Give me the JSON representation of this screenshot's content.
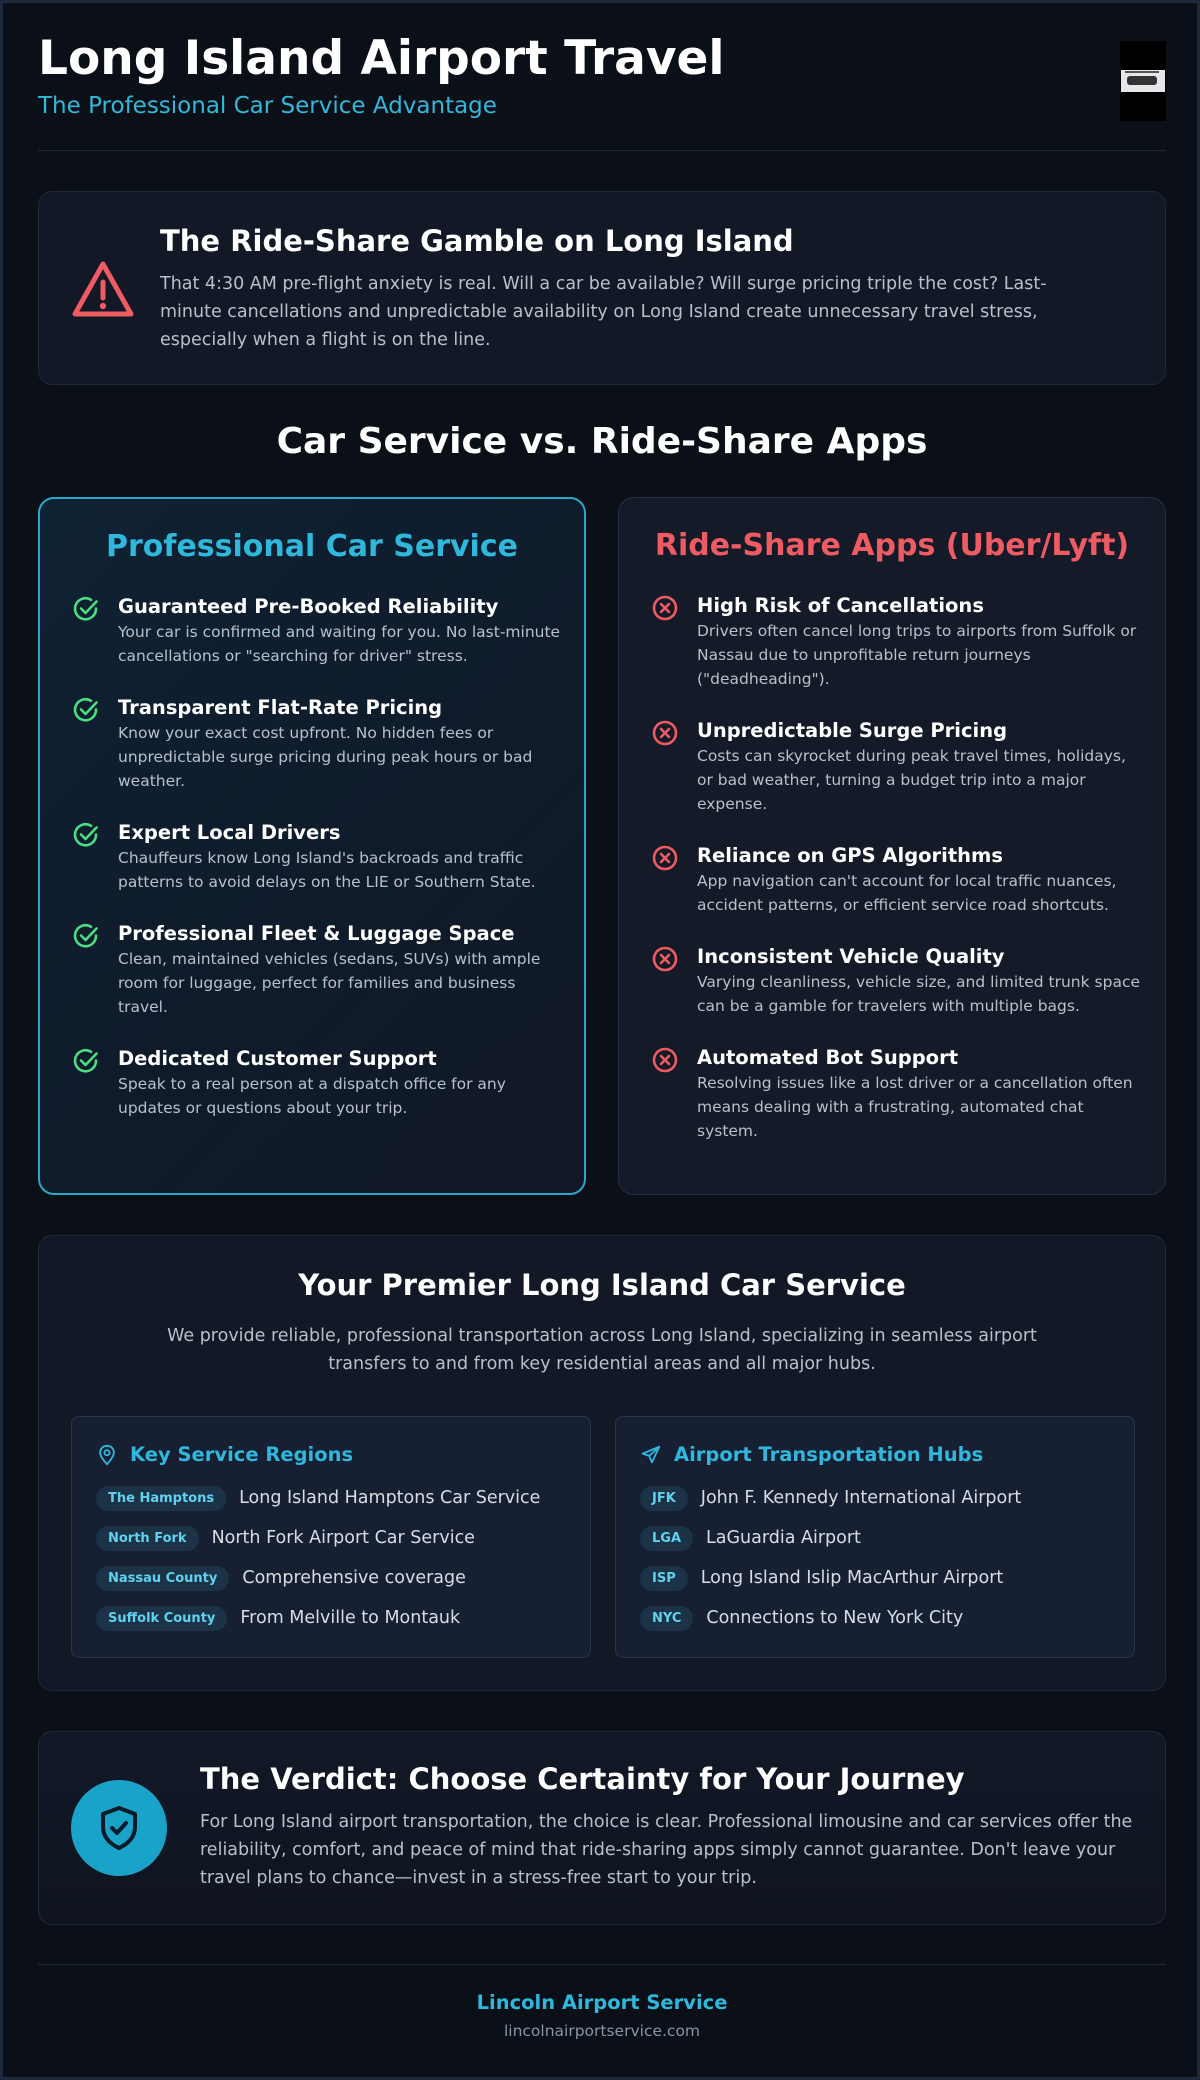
{
  "header": {
    "title": "Long Island Airport Travel",
    "subtitle": "The Professional Car Service Advantage"
  },
  "alert": {
    "icon": "warning-triangle-icon",
    "title": "The Ride-Share Gamble on Long Island",
    "body": "That 4:30 AM pre-flight anxiety is real. Will a car be available? Will surge pricing triple the cost? Last-minute cancellations and unpredictable availability on Long Island create unnecessary travel stress, especially when a flight is on the line."
  },
  "comparison": {
    "title": "Car Service vs. Ride-Share Apps",
    "left": {
      "heading": "Professional Car Service",
      "items": [
        {
          "title": "Guaranteed Pre-Booked Reliability",
          "desc": "Your car is confirmed and waiting for you. No last-minute cancellations or \"searching for driver\" stress."
        },
        {
          "title": "Transparent Flat-Rate Pricing",
          "desc": "Know your exact cost upfront. No hidden fees or unpredictable surge pricing during peak hours or bad weather."
        },
        {
          "title": "Expert Local Drivers",
          "desc": "Chauffeurs know Long Island's backroads and traffic patterns to avoid delays on the LIE or Southern State."
        },
        {
          "title": "Professional Fleet & Luggage Space",
          "desc": "Clean, maintained vehicles (sedans, SUVs) with ample room for luggage, perfect for families and business travel."
        },
        {
          "title": "Dedicated Customer Support",
          "desc": "Speak to a real person at a dispatch office for any updates or questions about your trip."
        }
      ]
    },
    "right": {
      "heading": "Ride-Share Apps (Uber/Lyft)",
      "items": [
        {
          "title": "High Risk of Cancellations",
          "desc": "Drivers often cancel long trips to airports from Suffolk or Nassau due to unprofitable return journeys (\"deadheading\")."
        },
        {
          "title": "Unpredictable Surge Pricing",
          "desc": "Costs can skyrocket during peak travel times, holidays, or bad weather, turning a budget trip into a major expense."
        },
        {
          "title": "Reliance on GPS Algorithms",
          "desc": "App navigation can't account for local traffic nuances, accident patterns, or efficient service road shortcuts."
        },
        {
          "title": "Inconsistent Vehicle Quality",
          "desc": "Varying cleanliness, vehicle size, and limited trunk space can be a gamble for travelers with multiple bags."
        },
        {
          "title": "Automated Bot Support",
          "desc": "Resolving issues like a lost driver or a cancellation often means dealing with a frustrating, automated chat system."
        }
      ]
    }
  },
  "premier": {
    "title": "Your Premier Long Island Car Service",
    "intro": "We provide reliable, professional transportation across Long Island, specializing in seamless airport transfers to and from key residential areas and all major hubs.",
    "regions": {
      "heading": "Key Service Regions",
      "rows": [
        {
          "tag": "The Hamptons",
          "text": "Long Island Hamptons Car Service"
        },
        {
          "tag": "North Fork",
          "text": "North Fork Airport Car Service"
        },
        {
          "tag": "Nassau County",
          "text": "Comprehensive coverage"
        },
        {
          "tag": "Suffolk County",
          "text": "From Melville to Montauk"
        }
      ]
    },
    "hubs": {
      "heading": "Airport Transportation Hubs",
      "rows": [
        {
          "tag": "JFK",
          "text": "John F. Kennedy International Airport"
        },
        {
          "tag": "LGA",
          "text": "LaGuardia Airport"
        },
        {
          "tag": "ISP",
          "text": "Long Island Islip MacArthur Airport"
        },
        {
          "tag": "NYC",
          "text": "Connections to New York City"
        }
      ]
    }
  },
  "verdict": {
    "icon": "shield-check-icon",
    "title": "The Verdict: Choose Certainty for Your Journey",
    "body": "For Long Island airport transportation, the choice is clear. Professional limousine and car services offer the reliability, comfort, and peace of mind that ride-sharing apps simply cannot guarantee. Don't leave your travel plans to chance—invest in a stress-free start to your trip."
  },
  "footer": {
    "brand": "Lincoln Airport Service",
    "url": "lincolnairportservice.com"
  },
  "colors": {
    "accent": "#2fb7dc",
    "danger": "#ef5b63",
    "success": "#4ade80",
    "background": "#0b0f17"
  }
}
